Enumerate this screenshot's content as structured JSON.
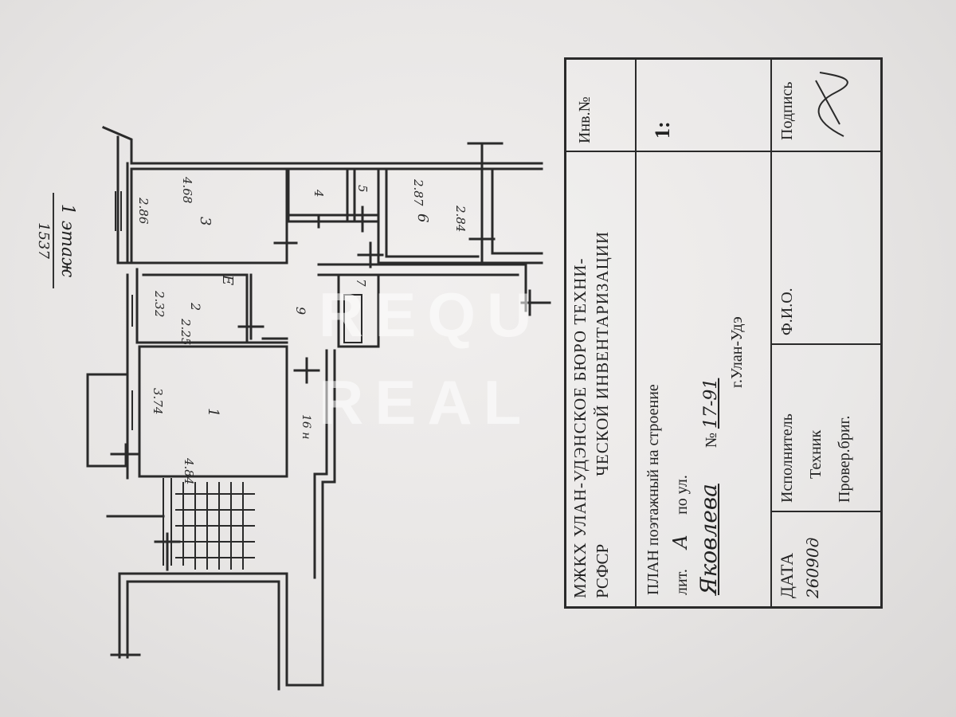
{
  "floor": {
    "title": "1 этаж",
    "subtitle": "1537"
  },
  "rooms": [
    {
      "id": "1",
      "number": "1",
      "width": "4.84",
      "length": "3.74"
    },
    {
      "id": "2",
      "number": "2",
      "width": "2.25",
      "length": "2.32"
    },
    {
      "id": "3",
      "number": "3",
      "width": "4.68",
      "length": "2.86"
    },
    {
      "id": "4",
      "number": "4"
    },
    {
      "id": "5",
      "number": "5"
    },
    {
      "id": "6",
      "number": "6",
      "width": "2.87",
      "length": "2.84"
    },
    {
      "id": "7",
      "number": "7"
    },
    {
      "id": "9",
      "number": "9",
      "length": "16 н"
    }
  ],
  "stair_mark": "E",
  "stamp": {
    "org_line1": "МЖКХ  УЛАН-УДЭНСКОЕ БЮРО ТЕХНИ-",
    "org_line2": "РСФСР",
    "org_line3": "ЧЕСКОЙ  ИНВЕНТАРИЗАЦИИ",
    "inv_label": "Инв.№",
    "plan_line": "ПЛАН поэтажный на строение",
    "lit_label": "лит.",
    "lit_value": "А",
    "street_label": "по ул.",
    "street_value": "Яковлева",
    "number_label": "№",
    "number_value": "17-91",
    "city": "г.Улан-Удэ",
    "scale": "1:",
    "date_label": "ДАТА",
    "date_value": "26090д",
    "executor_label": "Исполнитель",
    "technician_label": "Техник",
    "checker_label": "Провер.бриг.",
    "fio_label": "Ф.И.О.",
    "signature_label": "Подпись"
  },
  "watermark": {
    "line1": "REQU",
    "line2": "REAL"
  }
}
